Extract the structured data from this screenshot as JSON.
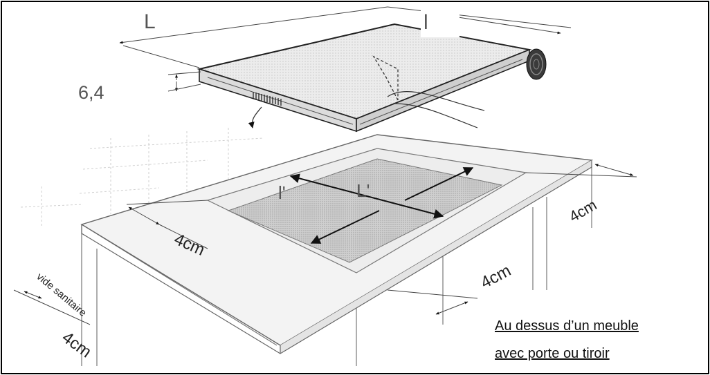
{
  "labels": {
    "length": "L",
    "width": "l",
    "height": "6,4",
    "cutout_length": "l'",
    "cutout_width": "L'",
    "clearance_front": "4cm",
    "clearance_right": "4cm",
    "clearance_bottom": "4cm",
    "clearance_left": "4cm",
    "vent_gap": "vide sanitaire"
  },
  "note": {
    "line1": "Au dessus d’un meuble",
    "line2": "avec porte ou tiroir"
  },
  "colors": {
    "frame": "#000000",
    "label": "#555555",
    "cutout": "#c8c8c8",
    "hob_top": "#e6e6e6"
  }
}
